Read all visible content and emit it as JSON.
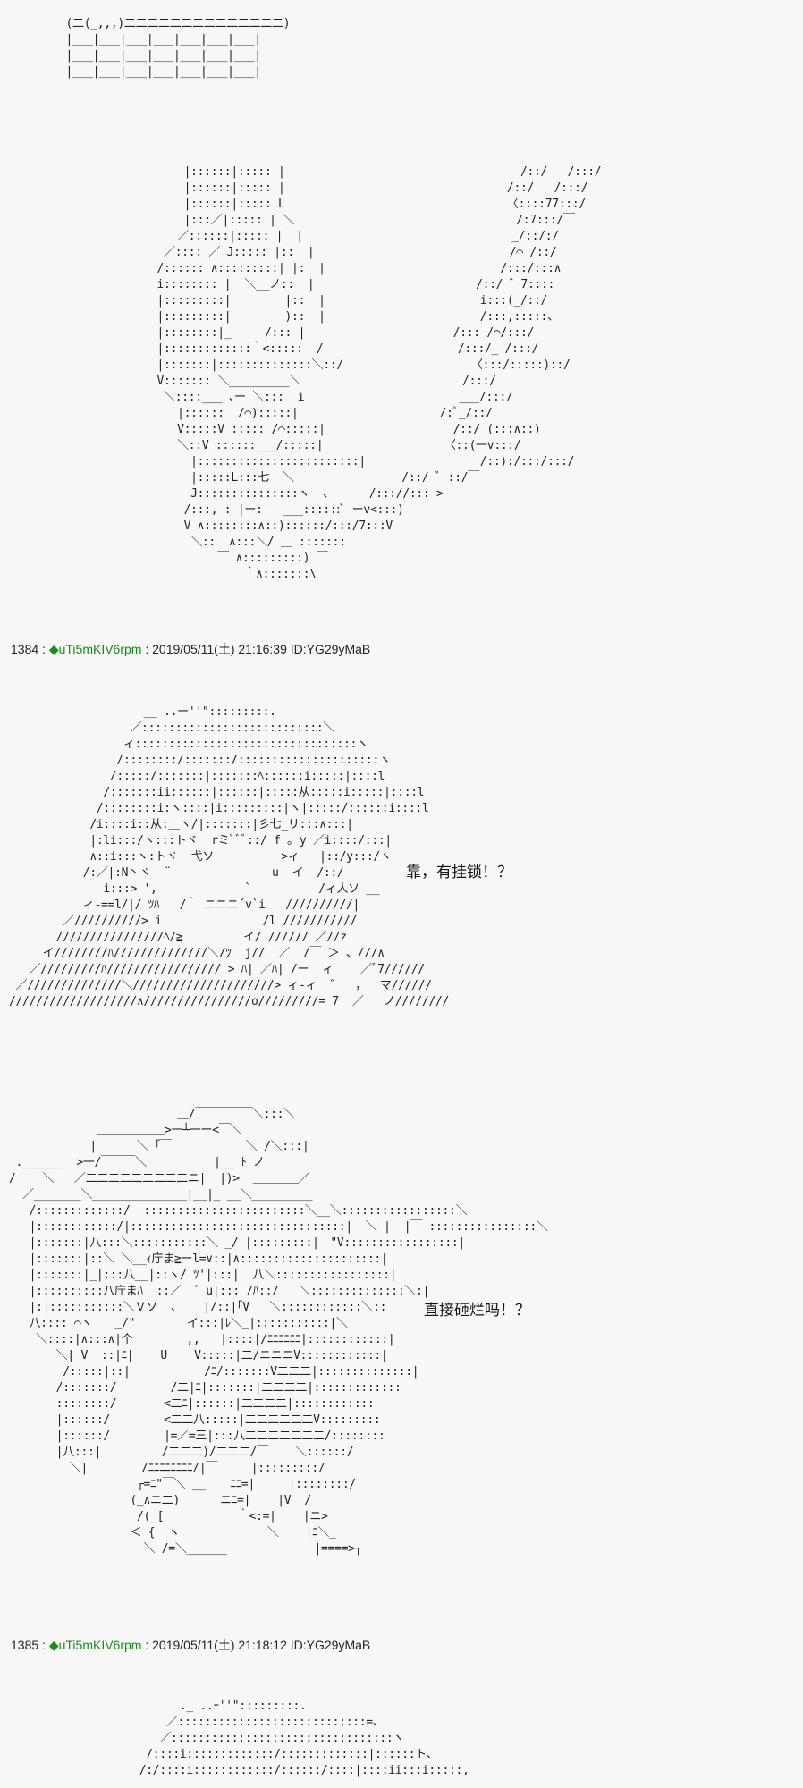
{
  "top_block": " (二(_,,,)二二二二二二二二二二二二二二)\n |___|___|___|___|___|___|___|\n |___|___|___|___|___|___|___|\n |___|___|___|___|___|___|___|",
  "hand_art": "     |::::::|::::: |                                   /::/   /:::/\n     |::::::|::::: |                                 /::/   /:::/\n     |::::::|::::: L                                 〈::::77:::/\n     |:::／|::::: | ＼                                 /:7:::/￣\n    ／::::::|::::: |  |                               _/::/:/\n  ／:::: ／ J::::: |::  |                             /⌒ /::/\n /:::::: ∧:::::::::| |:  |                          /:::/:::∧\n i:::::::: |  ＼__ノ::  |                        /::/ ゛7::::\n |:::::::::|        |::  |                       i:::(_/::/\n |:::::::::|        )::  |                       /:::,:::::、\n |::::::::|_     /::: |                      /::: /⌒/:::/\n |:::::::::::::｀<:::::  /                    /:::/_ /:::/\n |:::::::|::::::::::::::＼::/                   〈:::/:::::)::/\n V::::::: ＼_________＼                        /:::/\n  ＼::::___ ､ー ＼:::  i                       ___/:::/\n    |::::::  /⌒):::::|                     /:ﾟ_/::/\n    V:::::V ::::: /⌒:::::|                   /::/ (:::∧::)\n    ＼::V ::::::___/:::::|                  〈::(一v:::/\n      |::::::::::::::::::::::::|                 /::):/:::/:::/\n      |:::::L:::七  ＼                /::/ ﾞ ::/￣\n      J:::::::::::::::ヽ  ､      /::://::: >\n     /:::, : |ー:'  ___::::::ﾞ ーv<:::)\n     V ∧::::::::∧::)::::::/:::/7:::V\n      ＼::  ∧:::＼/ ＿ :::::::\n          ￣ ∧:::::::::) ￣\n              ｀∧:::::::\\",
  "post1": {
    "number": "1384",
    "sep": " : ",
    "diamond": "◆",
    "name": "uTi5mKIV6rpm",
    "rest": " : 2019/05/11(土) 21:16:39 ID:YG29yMaB"
  },
  "speech1": "靠，有挂锁！？",
  "face_art": "                    __ ..ー''\":::::::::.\n                  ／:::::::::::::::::::::::::::＼\n                 ィ:::::::::::::::::::::::::::::::::ヽ\n                /::::::::/:::::::/:::::::::::::::::::::ヽ\n               /:::::/:::::::|:::::::ﾍ::::::i:::::|::::l\n              /:::::::ii::::::|::::::|:::::从:::::i:::::|::::l\n             /::::::::i:ヽ::::|i:::::::::|ヽ|:::::/::::::i::::l\n            /i::::i::从:＿ヽ/|:::::::|彡七_リ:::∧:::|\n            |:li:::/ヽ:::トヾ  rミﾞﾞﾞ::/ f ｡ y ／i::::/:::|\n            ∧::i:::ヽ:トヾ  弋ソ          >ィ   |::/y:::/ヽ\n           /:／|:N丶ヾ  ¨               u  イ  /::/\n              i:::> ',             `          /ィ人ソ __\n           ィ-==l/|/ ﾂﾊ   /｀ ニニニ´v`i   //////////|\n        ／//////////> i               /l ///////////\n       ////////////////ﾍ/≧         イ/ ////// ／//z\n     イ////////ﾊ//////////////＼/ﾂ  j//  ／  /￣ ＞ 、///∧\n   ／/////////ﾊ///////////////// > ﾊ| ／ﾊ| /ー  ィ    ／ﾞ7//////\n ／//////////////＼/////////////////////> ィ-ィ  ゛  ，  マ//////\n///////////////////∧////////////////o/////////= 7  ／   ノ////////",
  "speech2": "直接砸烂吗！？",
  "robot_art": "                         ＿/￣￣￣￣￣＼:::＼\n             ＿＿＿＿＿＿>一┴一ー<￣＼\n            |      ＼ ｢￣           ＼ /＼:::|\n .______  >一/￣￣￣＼          |__ ﾄ ノ\n/    ＼   ／二二二二二二二二二ニ|  |)>  ＿＿＿＿／\n  ／_______＼______________|__|_ __＼_________\n   /:::::::::::::/  ::::::::::::::::::::::::＼__＼:::::::::::::::::＼\n   |::::::::::::/|::::::::::::::::::::::::::::::::|  ＼ |  |￣ ::::::::::::::::＼\n   |:::::::|八:::＼:::::::::::＼ _/ |:::::::::|￣\"V:::::::::::::::::|\n   |:::::::|::＼ ＼__ｨ庁ま≧ーl=∨::|∧:::::::::::::::::::::|\n   |:::::::|_|:::八__|::ヽ/ ﾂ'|:::|  八＼:::::::::::::::::|\n   |::::::::::八庁まﾊ  ::／  ゛u|::: /ﾊ::/   ＼::::::::::::::＼:|\n   |:|:::::::::::＼Ｖソ  ､    |/::|｢V   ＼::::::::::::＼::\n   八:::: ⌒ヽ＿＿_/\"   ＿   イ:::|ﾚ＼_|:::::::::::|＼\n    ＼::::|∧:::∧|个        ,,   |::::|/ﾆﾆﾆﾆﾆﾆ|::::::::::::|\n       ＼| V  ::|ﾆ|    U    V:::::|二/ニニニV::::::::::::|\n        /:::::|::|           /ﾆ/:::::::V二二二|::::::::::::::|\n       /:::::::/        /二|ﾆ|:::::::|二二二二|:::::::::::::\n       ::::::::/       <二ﾆ|::::::|二二二二|::::::::::::\n       |::::::/        <二二八:::::|二二二二二二V:::::::::\n       |::::::/        |=／=三|:::八二二二二二二二/::::::::\n       |八:::|         /二二二)/二二二/￣    ＼::::::/\n         ＼|        /ﾆﾆﾆﾆﾆﾆﾆﾆ/|￣     |:::::::::/\n                   ┌=ﾆ\"￣＼ __＿  ﾆﾆ=|     |::::::::/\n                  (_∧ニ二)      ニﾆ=|    |V  /\n                   /(_[           ｀<:=|    |ニ>\n                  ＜ {  ヽ             ＼    |ﾆ＼_\n                    ＼ /=＼______             |====>┐",
  "post2": {
    "number": "1385",
    "sep": " : ",
    "diamond": "◆",
    "name": "uTi5mKIV6rpm",
    "rest": " : 2019/05/11(土) 21:18:12 ID:YG29yMaB"
  },
  "bottom_art": "               ._ ..ｰ''\":::::::::.\n             ／::::::::::::::::::::::::::::=、\n            ／:::::::::::::::::::::::::::::::::ヽ\n          /::::i:::::::::::::/:::::::::::::|::::::ト、\n         /:/::::i::::::::::::/::::::/::::|::::ii:::i:::::,"
}
